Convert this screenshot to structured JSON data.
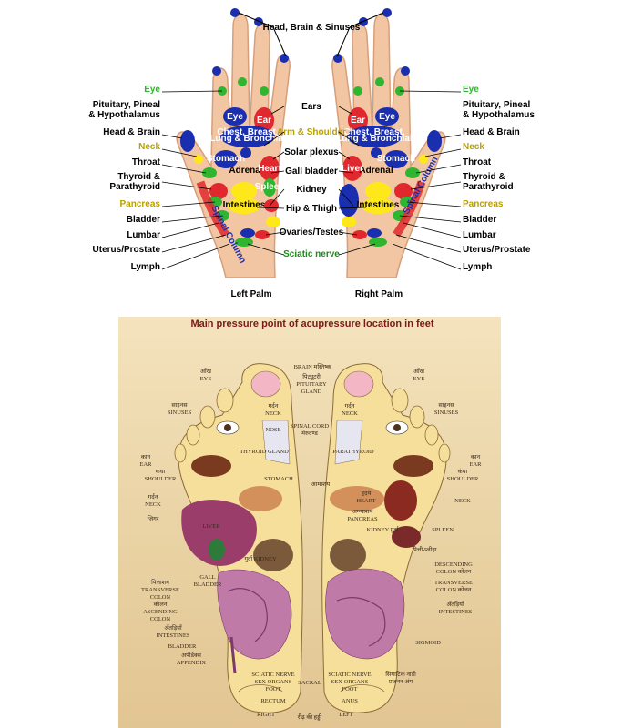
{
  "hands": {
    "top_label": "Head, Brain & Sinuses",
    "left_labels": [
      "Eye",
      "Pituitary, Pineal",
      "& Hypothalamus",
      "Head & Brain",
      "Neck",
      "Throat",
      "Thyroid &",
      "Parathyroid",
      "Pancreas",
      "Bladder",
      "Lumbar",
      "Uterus/Prostate",
      "Lymph"
    ],
    "center_labels": [
      "Ears",
      "Arm & Shoulder",
      "Solar plexus",
      "Gall bladder",
      "Kidney",
      "Hip & Thigh",
      "Ovaries/Testes",
      "Sciatic nerve"
    ],
    "right_labels": [
      "Eye",
      "Pituitary, Pineal",
      "& Hypothalamus",
      "Head & Brain",
      "Neck",
      "Throat",
      "Thyroid &",
      "Parathyroid",
      "Pancreas",
      "Bladder",
      "Lumbar",
      "Uterus/Prostate",
      "Lymph"
    ],
    "palm_zones": {
      "eye": "Eye",
      "ear": "Ear",
      "chest": "Chest, Breast,",
      "chest2": "Lung & Bronchial",
      "stomach": "Stomach",
      "adrenal": "Adrenal",
      "heart": "Heart",
      "spleen": "Spleen",
      "intestines": "Intestines",
      "liver": "Liver",
      "spinal": "Spinal Column"
    },
    "left_caption": "Left Palm",
    "right_caption": "Right Palm"
  },
  "feet": {
    "title": "Main pressure point of acupressure location in feet",
    "top": [
      "BRAIN मस्तिष्क",
      "पिट्यूटरी",
      "PITUITARY",
      "GLAND"
    ],
    "left_labels": [
      "आँख",
      "EYE",
      "साइनस",
      "SINUSES",
      "कान",
      "EAR",
      "कंधा",
      "SHOULDER",
      "गर्दन",
      "NECK",
      "जिगर",
      "GALL",
      "BLADDER",
      "पित्ताशय",
      "TRANSVERSE",
      "COLON",
      "कोलन",
      "ASCENDING",
      "COLON",
      "अँतड़ियाँ",
      "INTESTINES",
      "BLADDER",
      "अपेंडिक्स",
      "APPENDIX"
    ],
    "right_labels": [
      "आँख",
      "EYE",
      "साइनस",
      "SINUSES",
      "कान",
      "EAR",
      "कंधा",
      "SHOULDER",
      "NECK",
      "SPLEEN",
      "पित्ती-प्लीहा",
      "DESCENDING",
      "COLON कोलन",
      "TRANSVERSE",
      "COLON कोलन",
      "अँतड़ियाँ",
      "INTESTINES",
      "SIGMOID",
      "सियाटिक नाड़ी",
      "प्रजनन अंग"
    ],
    "center_labels": [
      "गर्दन",
      "NECK",
      "गर्दन",
      "NECK",
      "NOSE",
      "THYROID GLAND",
      "PARATHYROID",
      "SPINAL CORD",
      "मेरुदण्ड",
      "आमाशय",
      "STOMACH",
      "हृदय",
      "HEART",
      "अग्न्याशय",
      "PANCREAS",
      "KIDNEY गुर्दा",
      "गुर्दा KIDNEY",
      "LIVER",
      "SCIATIC NERVE",
      "SEX ORGANS",
      "FOOT",
      "SCIATIC NERVE",
      "SEX ORGANS",
      "FOOT",
      "RECTUM",
      "ANUS",
      "SACRAL",
      "RIGHT",
      "LEFT",
      "रीढ़ की हड्डी"
    ]
  },
  "colors": {
    "blue": "#1a2fb0",
    "green": "#2fb52f",
    "red": "#e0282e",
    "yellow": "#ffe81a",
    "skin": "#f3c6a3",
    "foot": "#f5df9a"
  }
}
